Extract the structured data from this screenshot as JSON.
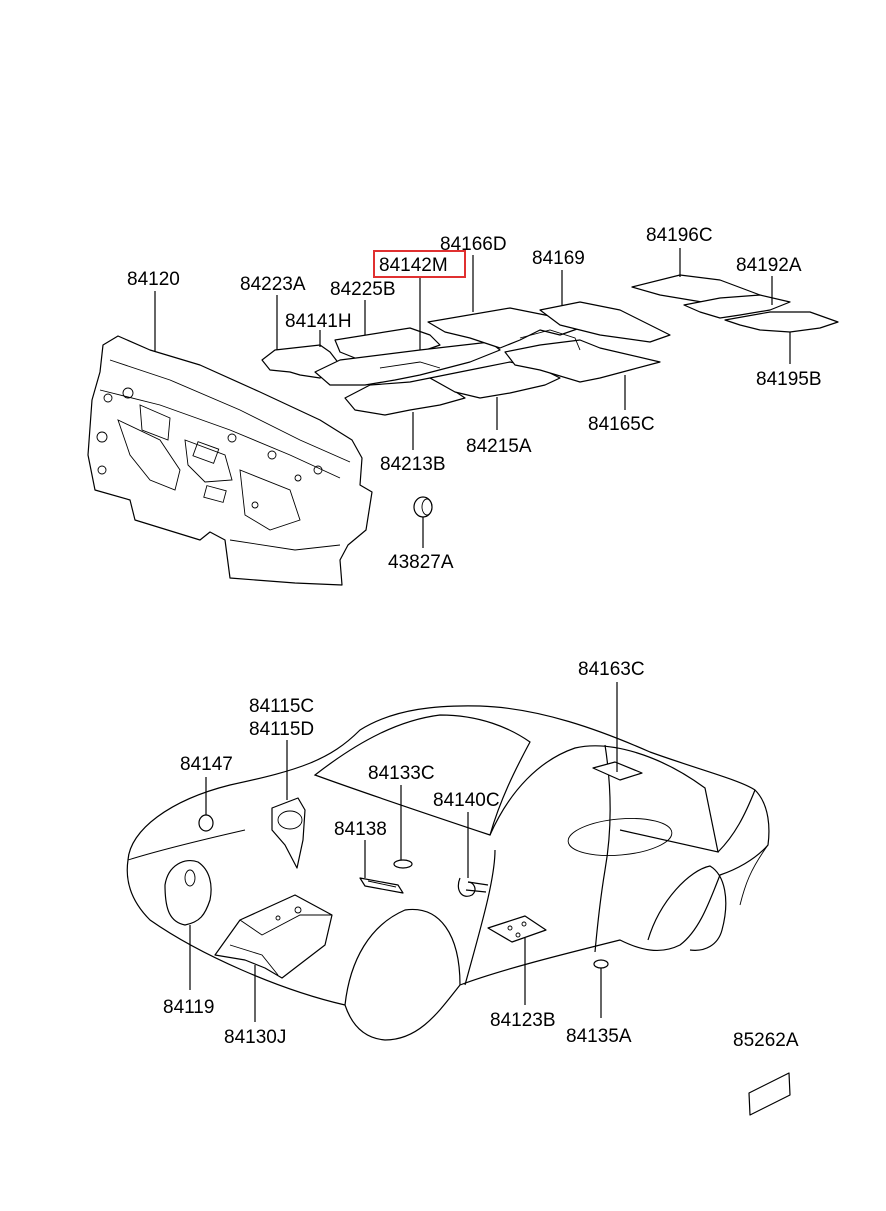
{
  "diagram": {
    "highlighted_part": "84142M",
    "highlight_color": "#e03030",
    "labels": {
      "p84120": "84120",
      "p84223A": "84223A",
      "p84225B": "84225B",
      "p84142M": "84142M",
      "p84166D": "84166D",
      "p84169": "84169",
      "p84196C": "84196C",
      "p84192A": "84192A",
      "p84141H": "84141H",
      "p84195B": "84195B",
      "p84165C": "84165C",
      "p84215A": "84215A",
      "p84213B": "84213B",
      "p43827A": "43827A",
      "p84163C": "84163C",
      "p84115C": "84115C",
      "p84115D": "84115D",
      "p84147": "84147",
      "p84133C": "84133C",
      "p84140C": "84140C",
      "p84138": "84138",
      "p84119": "84119",
      "p84130J": "84130J",
      "p84123B": "84123B",
      "p84135A": "84135A",
      "p85262A": "85262A"
    }
  }
}
